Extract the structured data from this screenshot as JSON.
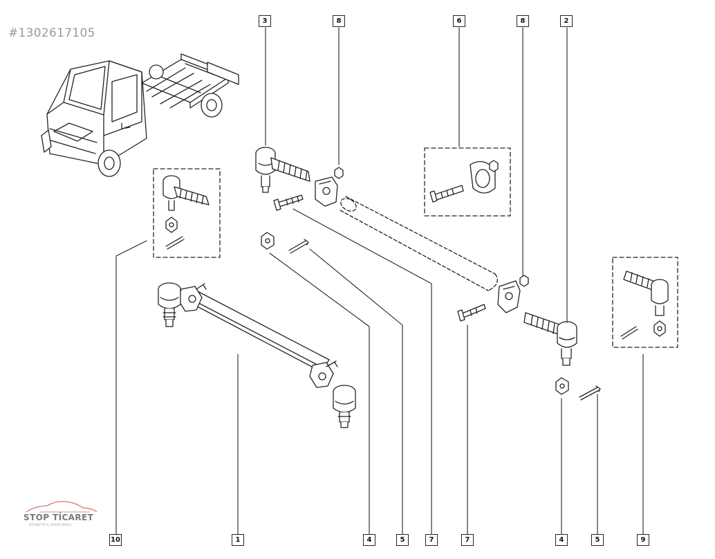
{
  "reference_id": "#1302617105",
  "watermark": {
    "line1": "STOP TİCARET",
    "line2": "OTOMOTİV & YEDEK PARÇA"
  },
  "callouts": [
    {
      "id": "c3_top",
      "label": "3"
    },
    {
      "id": "c8_top_left",
      "label": "8"
    },
    {
      "id": "c6_top",
      "label": "6"
    },
    {
      "id": "c8_top_right",
      "label": "8"
    },
    {
      "id": "c2_top",
      "label": "2"
    },
    {
      "id": "c10_bottom",
      "label": "10"
    },
    {
      "id": "c1_bottom",
      "label": "1"
    },
    {
      "id": "c4_bottom_left",
      "label": "4"
    },
    {
      "id": "c5_bottom_left",
      "label": "5"
    },
    {
      "id": "c7_bottom_left",
      "label": "7"
    },
    {
      "id": "c7_bottom_right",
      "label": "7"
    },
    {
      "id": "c4_bottom_right",
      "label": "4"
    },
    {
      "id": "c5_bottom_right",
      "label": "5"
    },
    {
      "id": "c9_bottom",
      "label": "9"
    }
  ]
}
